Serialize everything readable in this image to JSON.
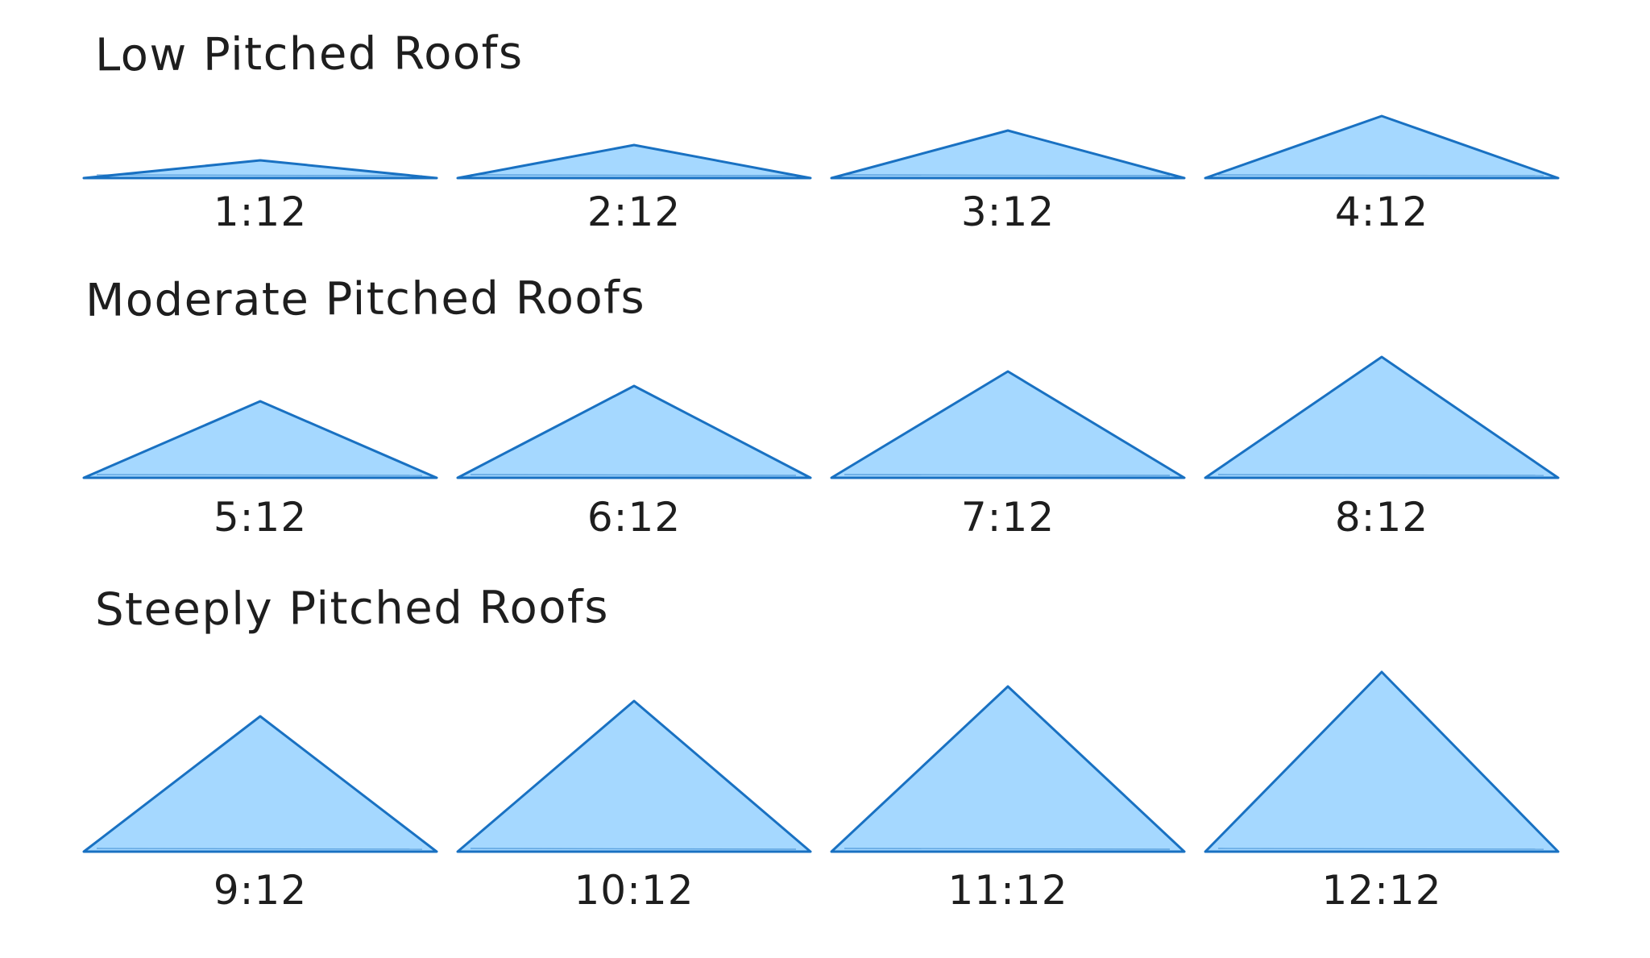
{
  "colors": {
    "background": "#ffffff",
    "roof_fill": "#a5d8ff",
    "roof_stroke": "#1971c2",
    "text": "#1e1e1e"
  },
  "sections": [
    {
      "title": "Low Pitched Roofs",
      "roofs": [
        {
          "label": "1:12",
          "rise": 1,
          "run": 12
        },
        {
          "label": "2:12",
          "rise": 2,
          "run": 12
        },
        {
          "label": "3:12",
          "rise": 3,
          "run": 12
        },
        {
          "label": "4:12",
          "rise": 4,
          "run": 12
        }
      ]
    },
    {
      "title": "Moderate Pitched Roofs",
      "roofs": [
        {
          "label": "5:12",
          "rise": 5,
          "run": 12
        },
        {
          "label": "6:12",
          "rise": 6,
          "run": 12
        },
        {
          "label": "7:12",
          "rise": 7,
          "run": 12
        },
        {
          "label": "8:12",
          "rise": 8,
          "run": 12
        }
      ]
    },
    {
      "title": "Steeply Pitched Roofs",
      "roofs": [
        {
          "label": "9:12",
          "rise": 9,
          "run": 12
        },
        {
          "label": "10:12",
          "rise": 10,
          "run": 12
        },
        {
          "label": "11:12",
          "rise": 11,
          "run": 12
        },
        {
          "label": "12:12",
          "rise": 12,
          "run": 12
        }
      ]
    }
  ]
}
